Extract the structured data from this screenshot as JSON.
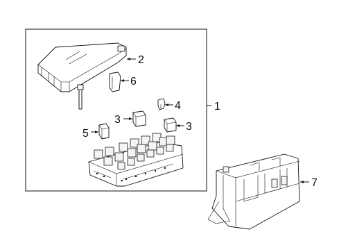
{
  "diagram": {
    "callouts": {
      "c1": "1",
      "c2": "2",
      "c3a": "3",
      "c3b": "3",
      "c4": "4",
      "c5": "5",
      "c6": "6",
      "c7": "7"
    }
  }
}
